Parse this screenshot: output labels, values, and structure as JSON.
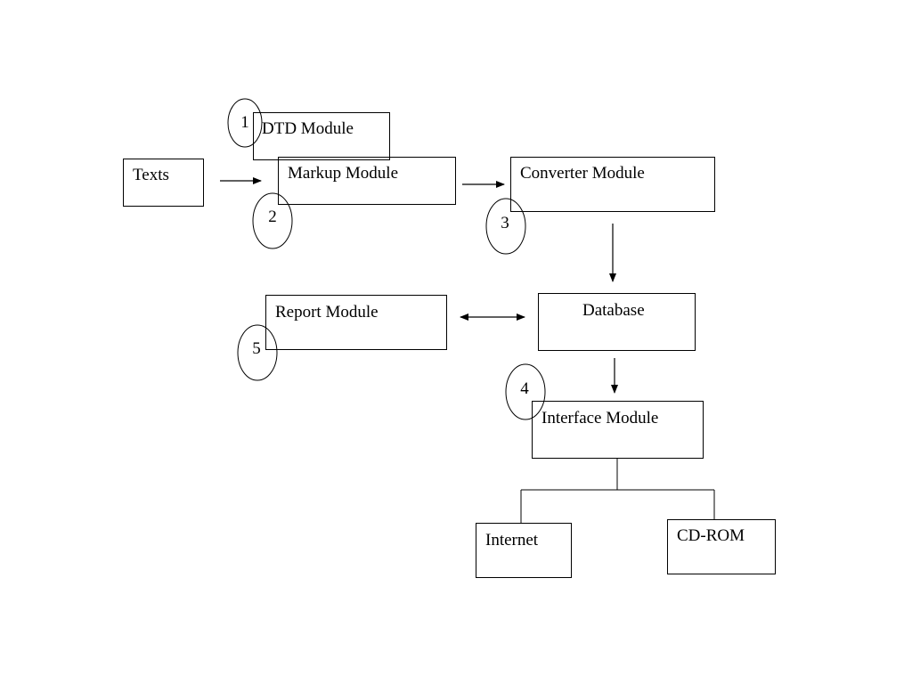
{
  "nodes": {
    "texts": "Texts",
    "dtd_module": "DTD Module",
    "markup_module": "Markup Module",
    "converter_module": "Converter Module",
    "database": "Database",
    "report_module": "Report Module",
    "interface_module": "Interface Module",
    "internet": "Internet",
    "cd_rom": "CD-ROM"
  },
  "markers": {
    "m1": "1",
    "m2": "2",
    "m3": "3",
    "m4": "4",
    "m5": "5"
  },
  "colors": {
    "stroke": "#000000",
    "background": "#ffffff"
  }
}
